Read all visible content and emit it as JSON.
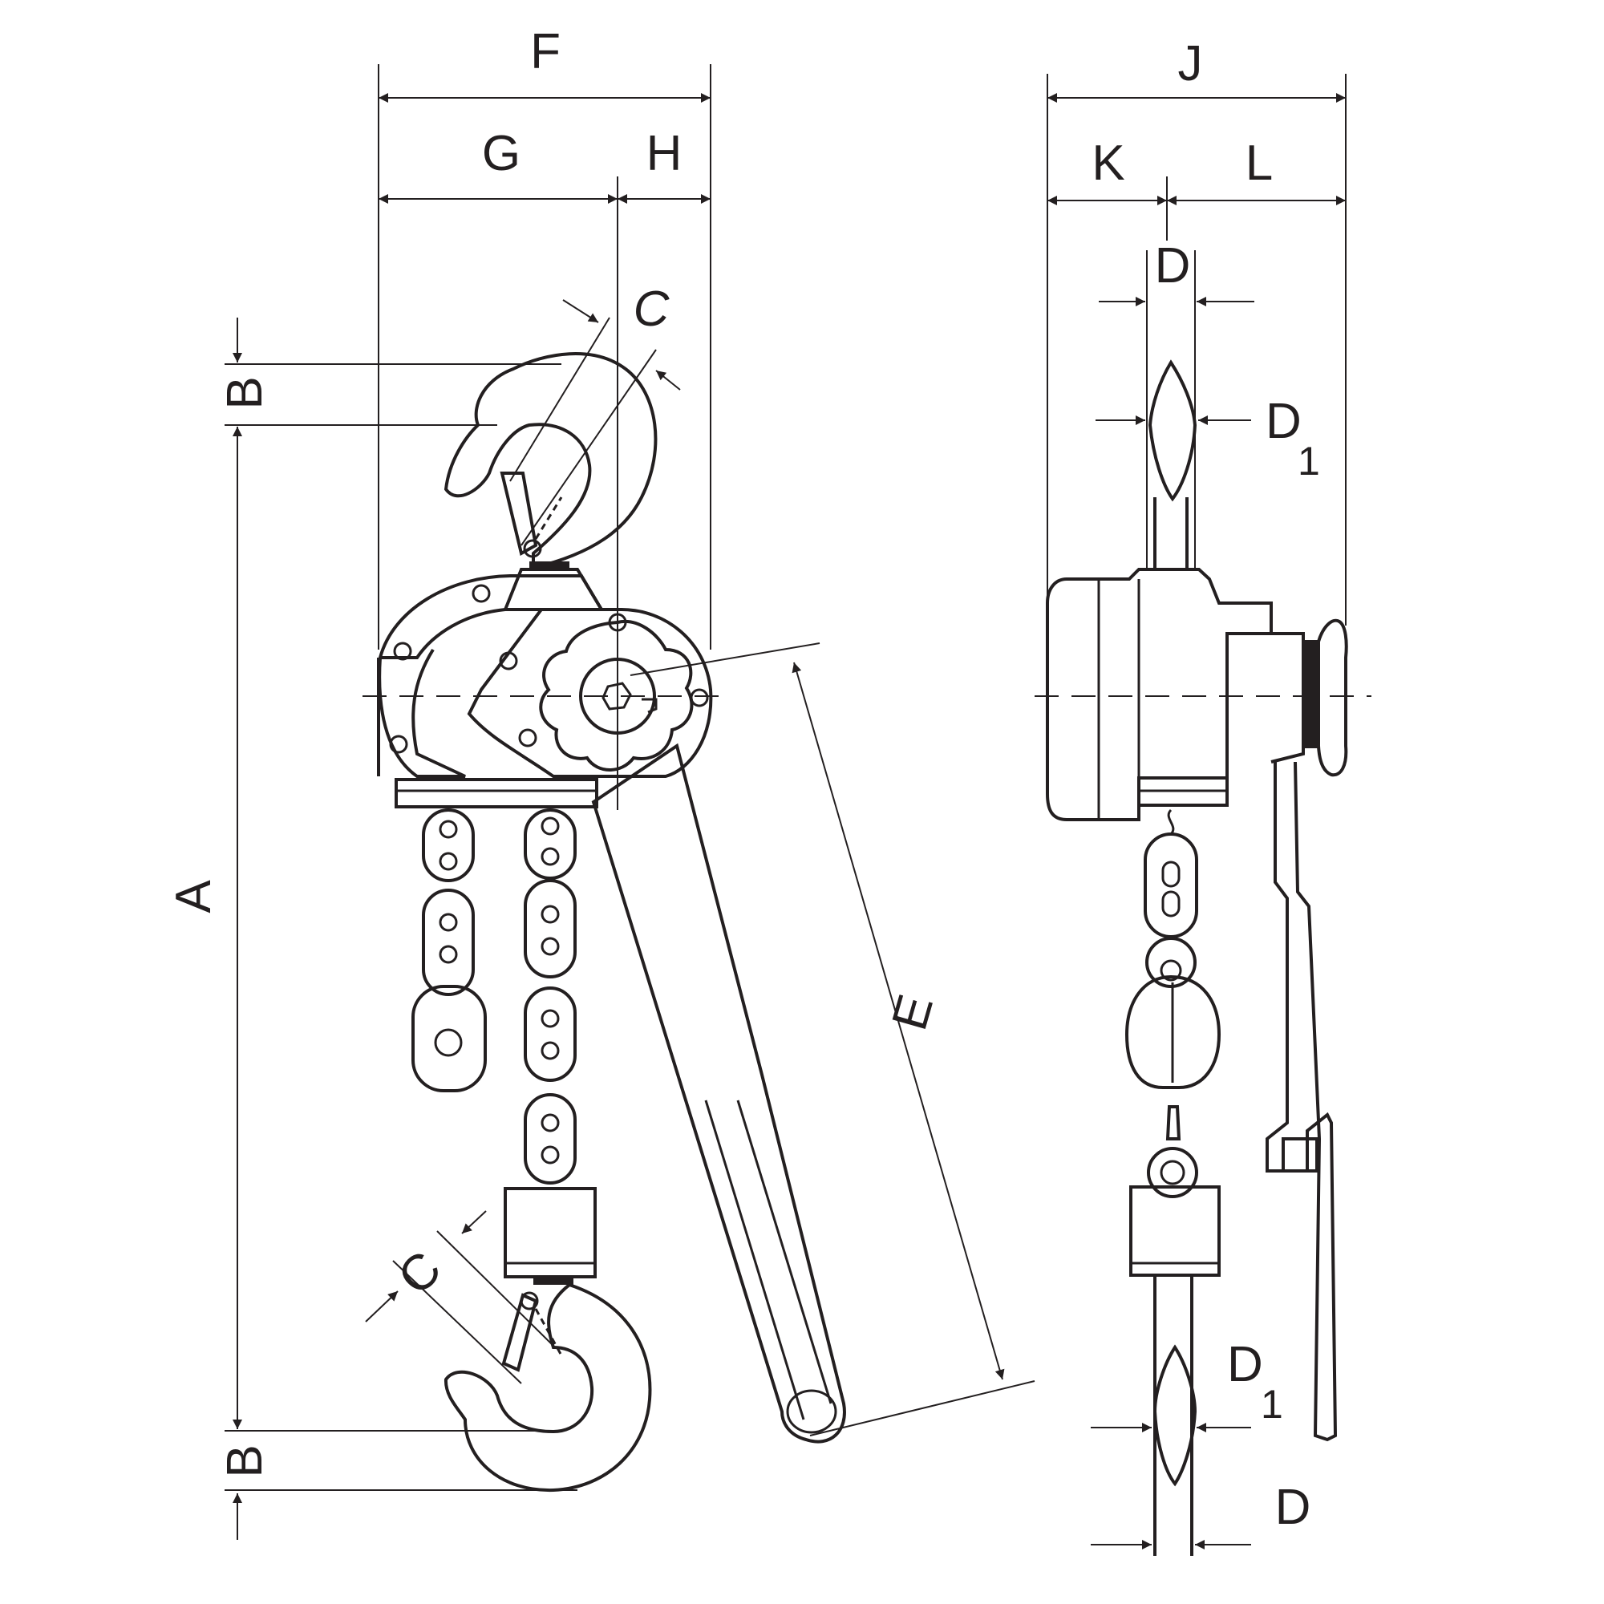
{
  "labels": {
    "F": "F",
    "G": "G",
    "H": "H",
    "J": "J",
    "K": "K",
    "L": "L",
    "A": "A",
    "B": "B",
    "C": "C",
    "D": "D",
    "D1": "D",
    "D1_sub": "1",
    "E": "E"
  },
  "colors": {
    "line": "#231f20",
    "background": "#ffffff"
  }
}
